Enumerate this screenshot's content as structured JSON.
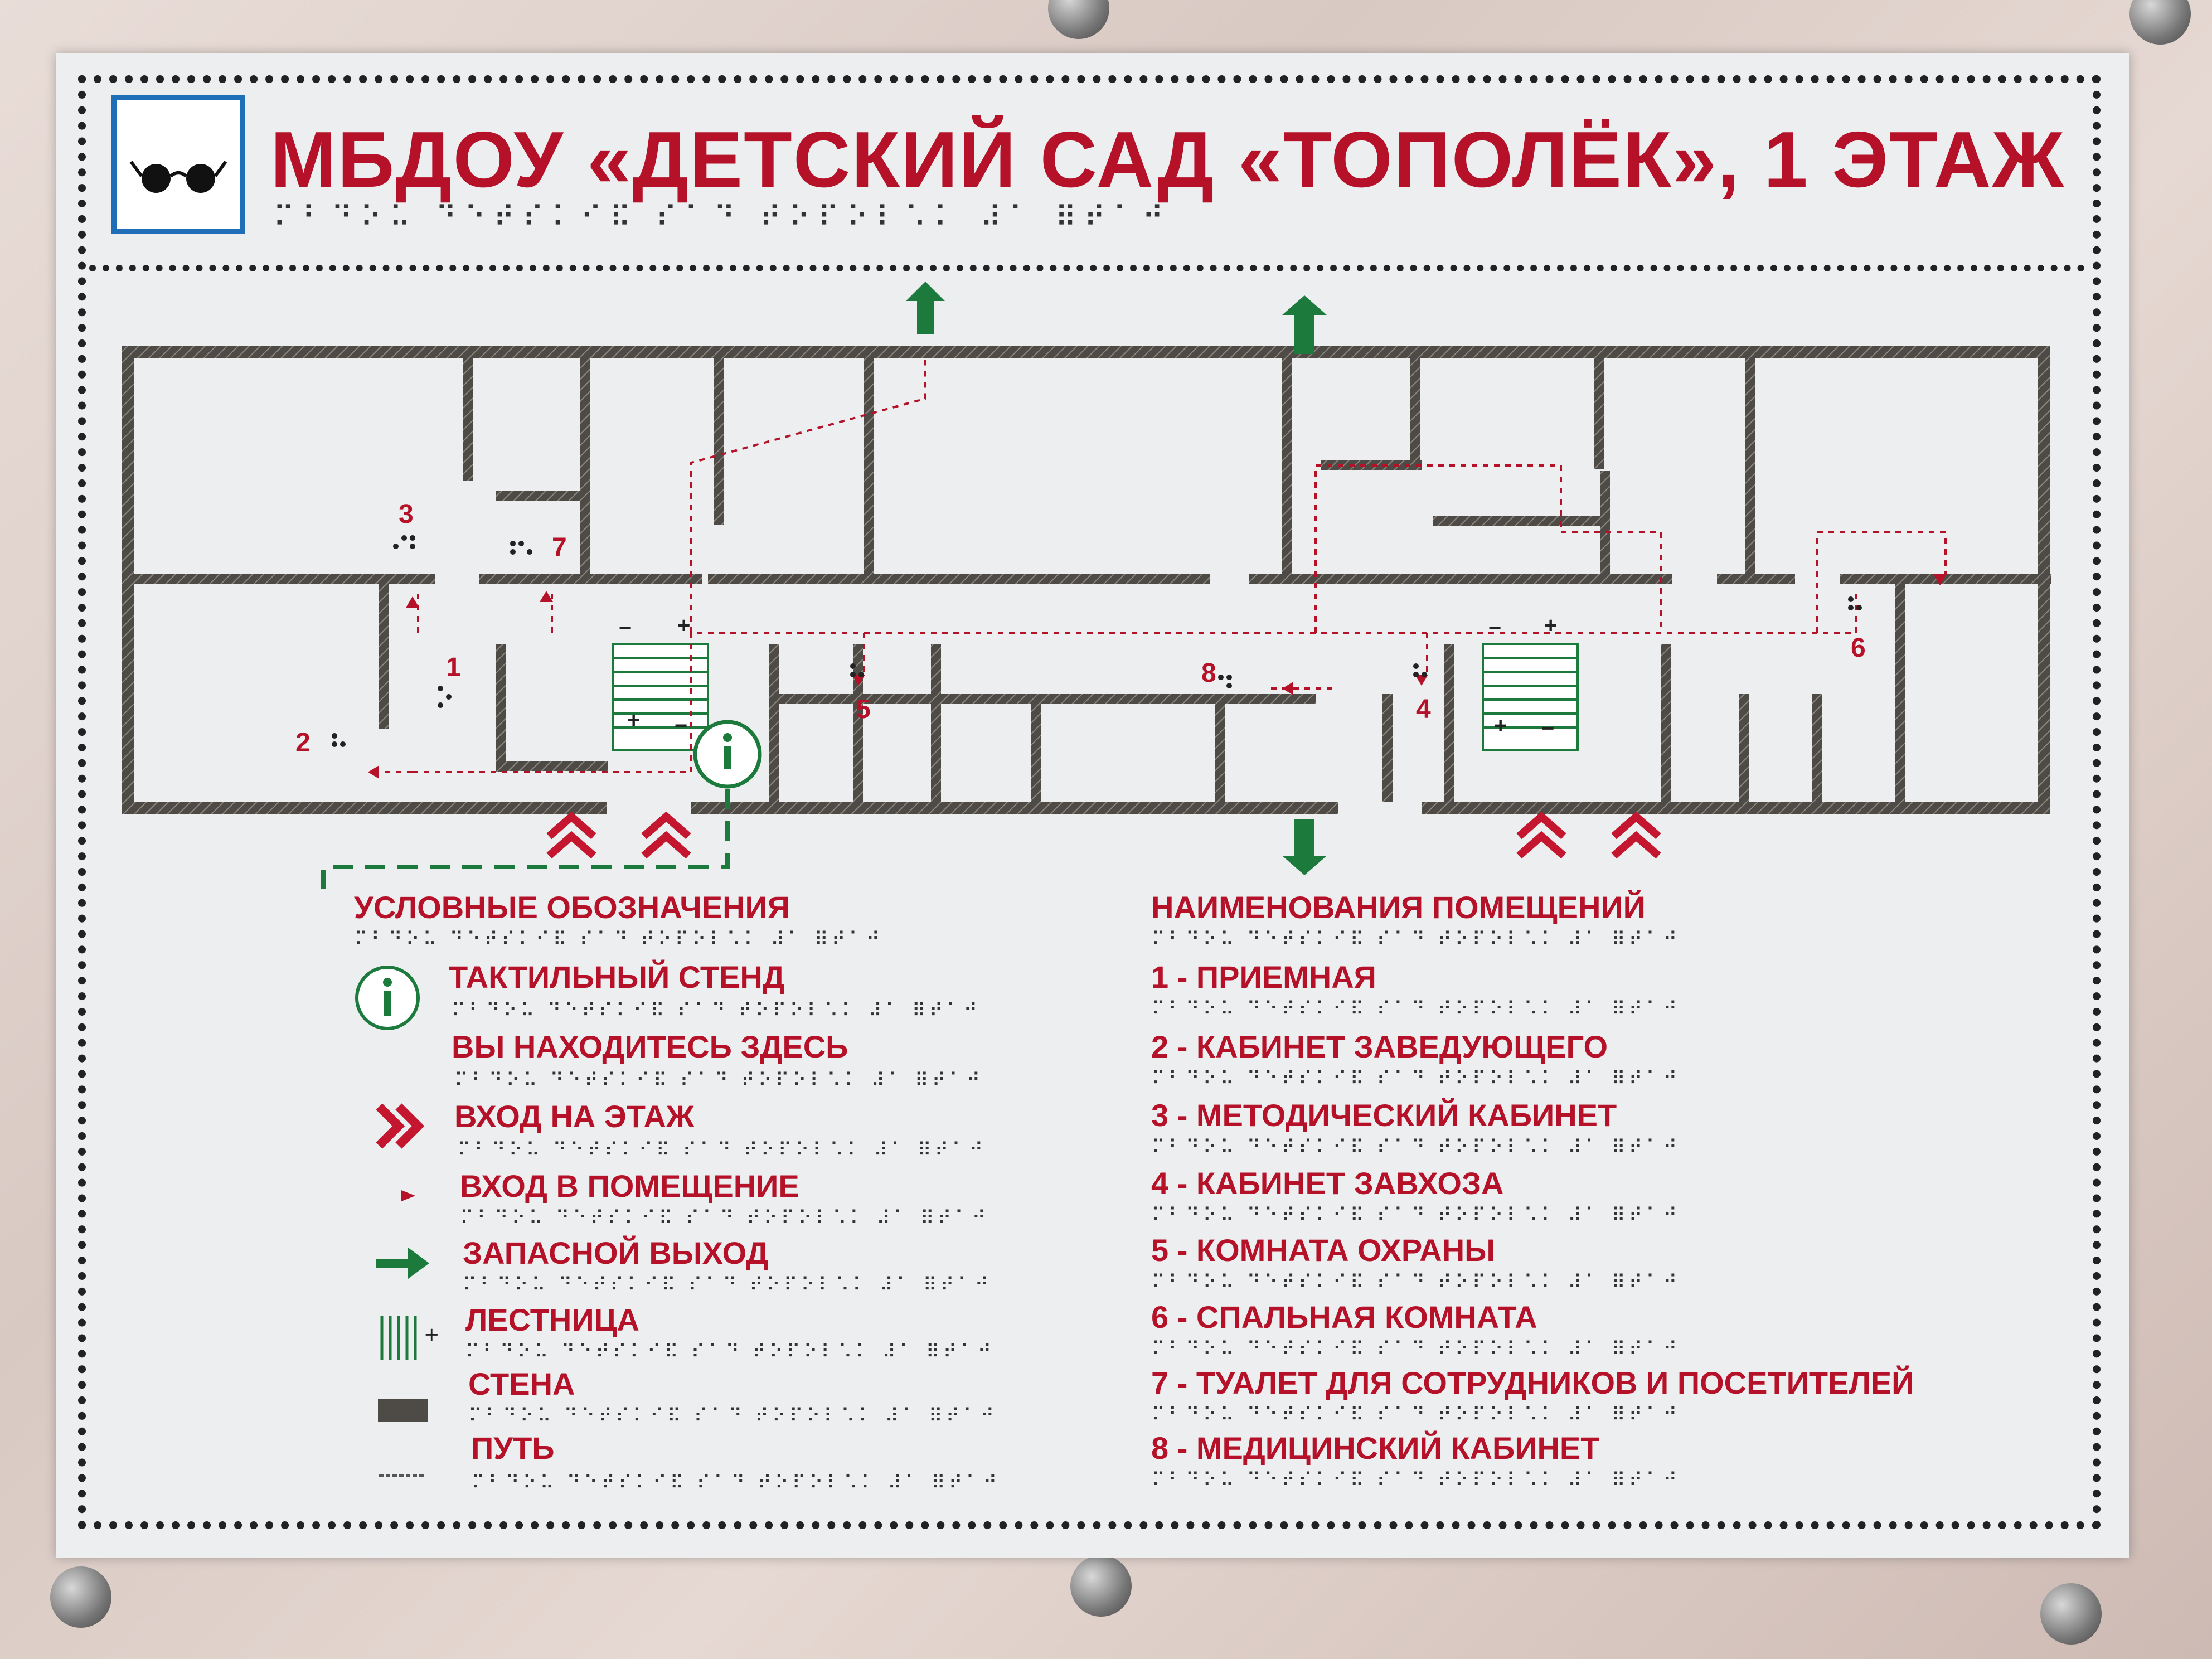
{
  "title": "МБДОУ «ДЕТСКИЙ САД «ТОПОЛЁК», 1 ЭТАЖ",
  "icons": {
    "sign_badge": "glasses-icon",
    "info": "info-icon"
  },
  "colors": {
    "text": "#b5122a",
    "exit": "#1c7a3c",
    "wall": "#55524d",
    "path": "#b5122a"
  },
  "legend": {
    "heading": "УСЛОВНЫЕ ОБОЗНАЧЕНИЯ",
    "items": [
      "ТАКТИЛЬНЫЙ СТЕНД",
      "ВЫ НАХОДИТЕСЬ ЗДЕСЬ",
      "ВХОД НА ЭТАЖ",
      "ВХОД В ПОМЕЩЕНИЕ",
      "ЗАПАСНОЙ ВЫХОД",
      "ЛЕСТНИЦА",
      "СТЕНА",
      "ПУТЬ"
    ]
  },
  "rooms": {
    "heading": "НАИМЕНОВАНИЯ ПОМЕЩЕНИЙ",
    "items": [
      "1 - ПРИЕМНАЯ",
      "2 - КАБИНЕТ ЗАВЕДУЮЩЕГО",
      "3 - МЕТОДИЧЕСКИЙ КАБИНЕТ",
      "4 - КАБИНЕТ ЗАВХОЗА",
      "5 - КОМНАТА ОХРАНЫ",
      "6 - СПАЛЬНАЯ КОМНАТА",
      "7 - ТУАЛЕТ ДЛЯ СОТРУДНИКОВ И ПОСЕТИТЕЛЕЙ",
      "8 - МЕДИЦИНСКИЙ КАБИНЕТ"
    ]
  },
  "plan_labels": [
    "1",
    "2",
    "3",
    "4",
    "5",
    "6",
    "7",
    "8"
  ],
  "stair_signs": [
    "+",
    "−",
    "+",
    "−",
    "+",
    "−",
    "+",
    "−"
  ],
  "braille_text": "⠍⠃⠙⠕⠥ ⠙⠑⠞⠎⠅⠊⠯ ⠎⠁⠙ ⠞⠕⠏⠕⠇⠡⠅ ⠼⠁ ⠿⠞⠁⠚"
}
